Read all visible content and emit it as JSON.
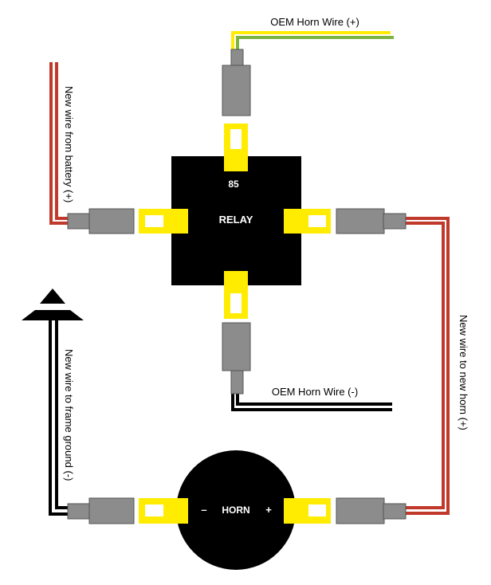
{
  "relay": {
    "label": "RELAY",
    "pin_label": "85"
  },
  "horn": {
    "label": "HORN",
    "minus": "–",
    "plus": "+"
  },
  "labels": {
    "oem_positive": "OEM Horn Wire (+)",
    "oem_negative": "OEM Horn Wire (-)",
    "battery": "New wire from battery (+)",
    "new_horn": "New wire to new horn (+)",
    "ground": "New wire to frame ground (-)"
  },
  "colors": {
    "red": "#c0392b",
    "yellow": "#ffec00",
    "green": "#7cb342",
    "gray": "#8c8c8c",
    "black": "#000000"
  }
}
